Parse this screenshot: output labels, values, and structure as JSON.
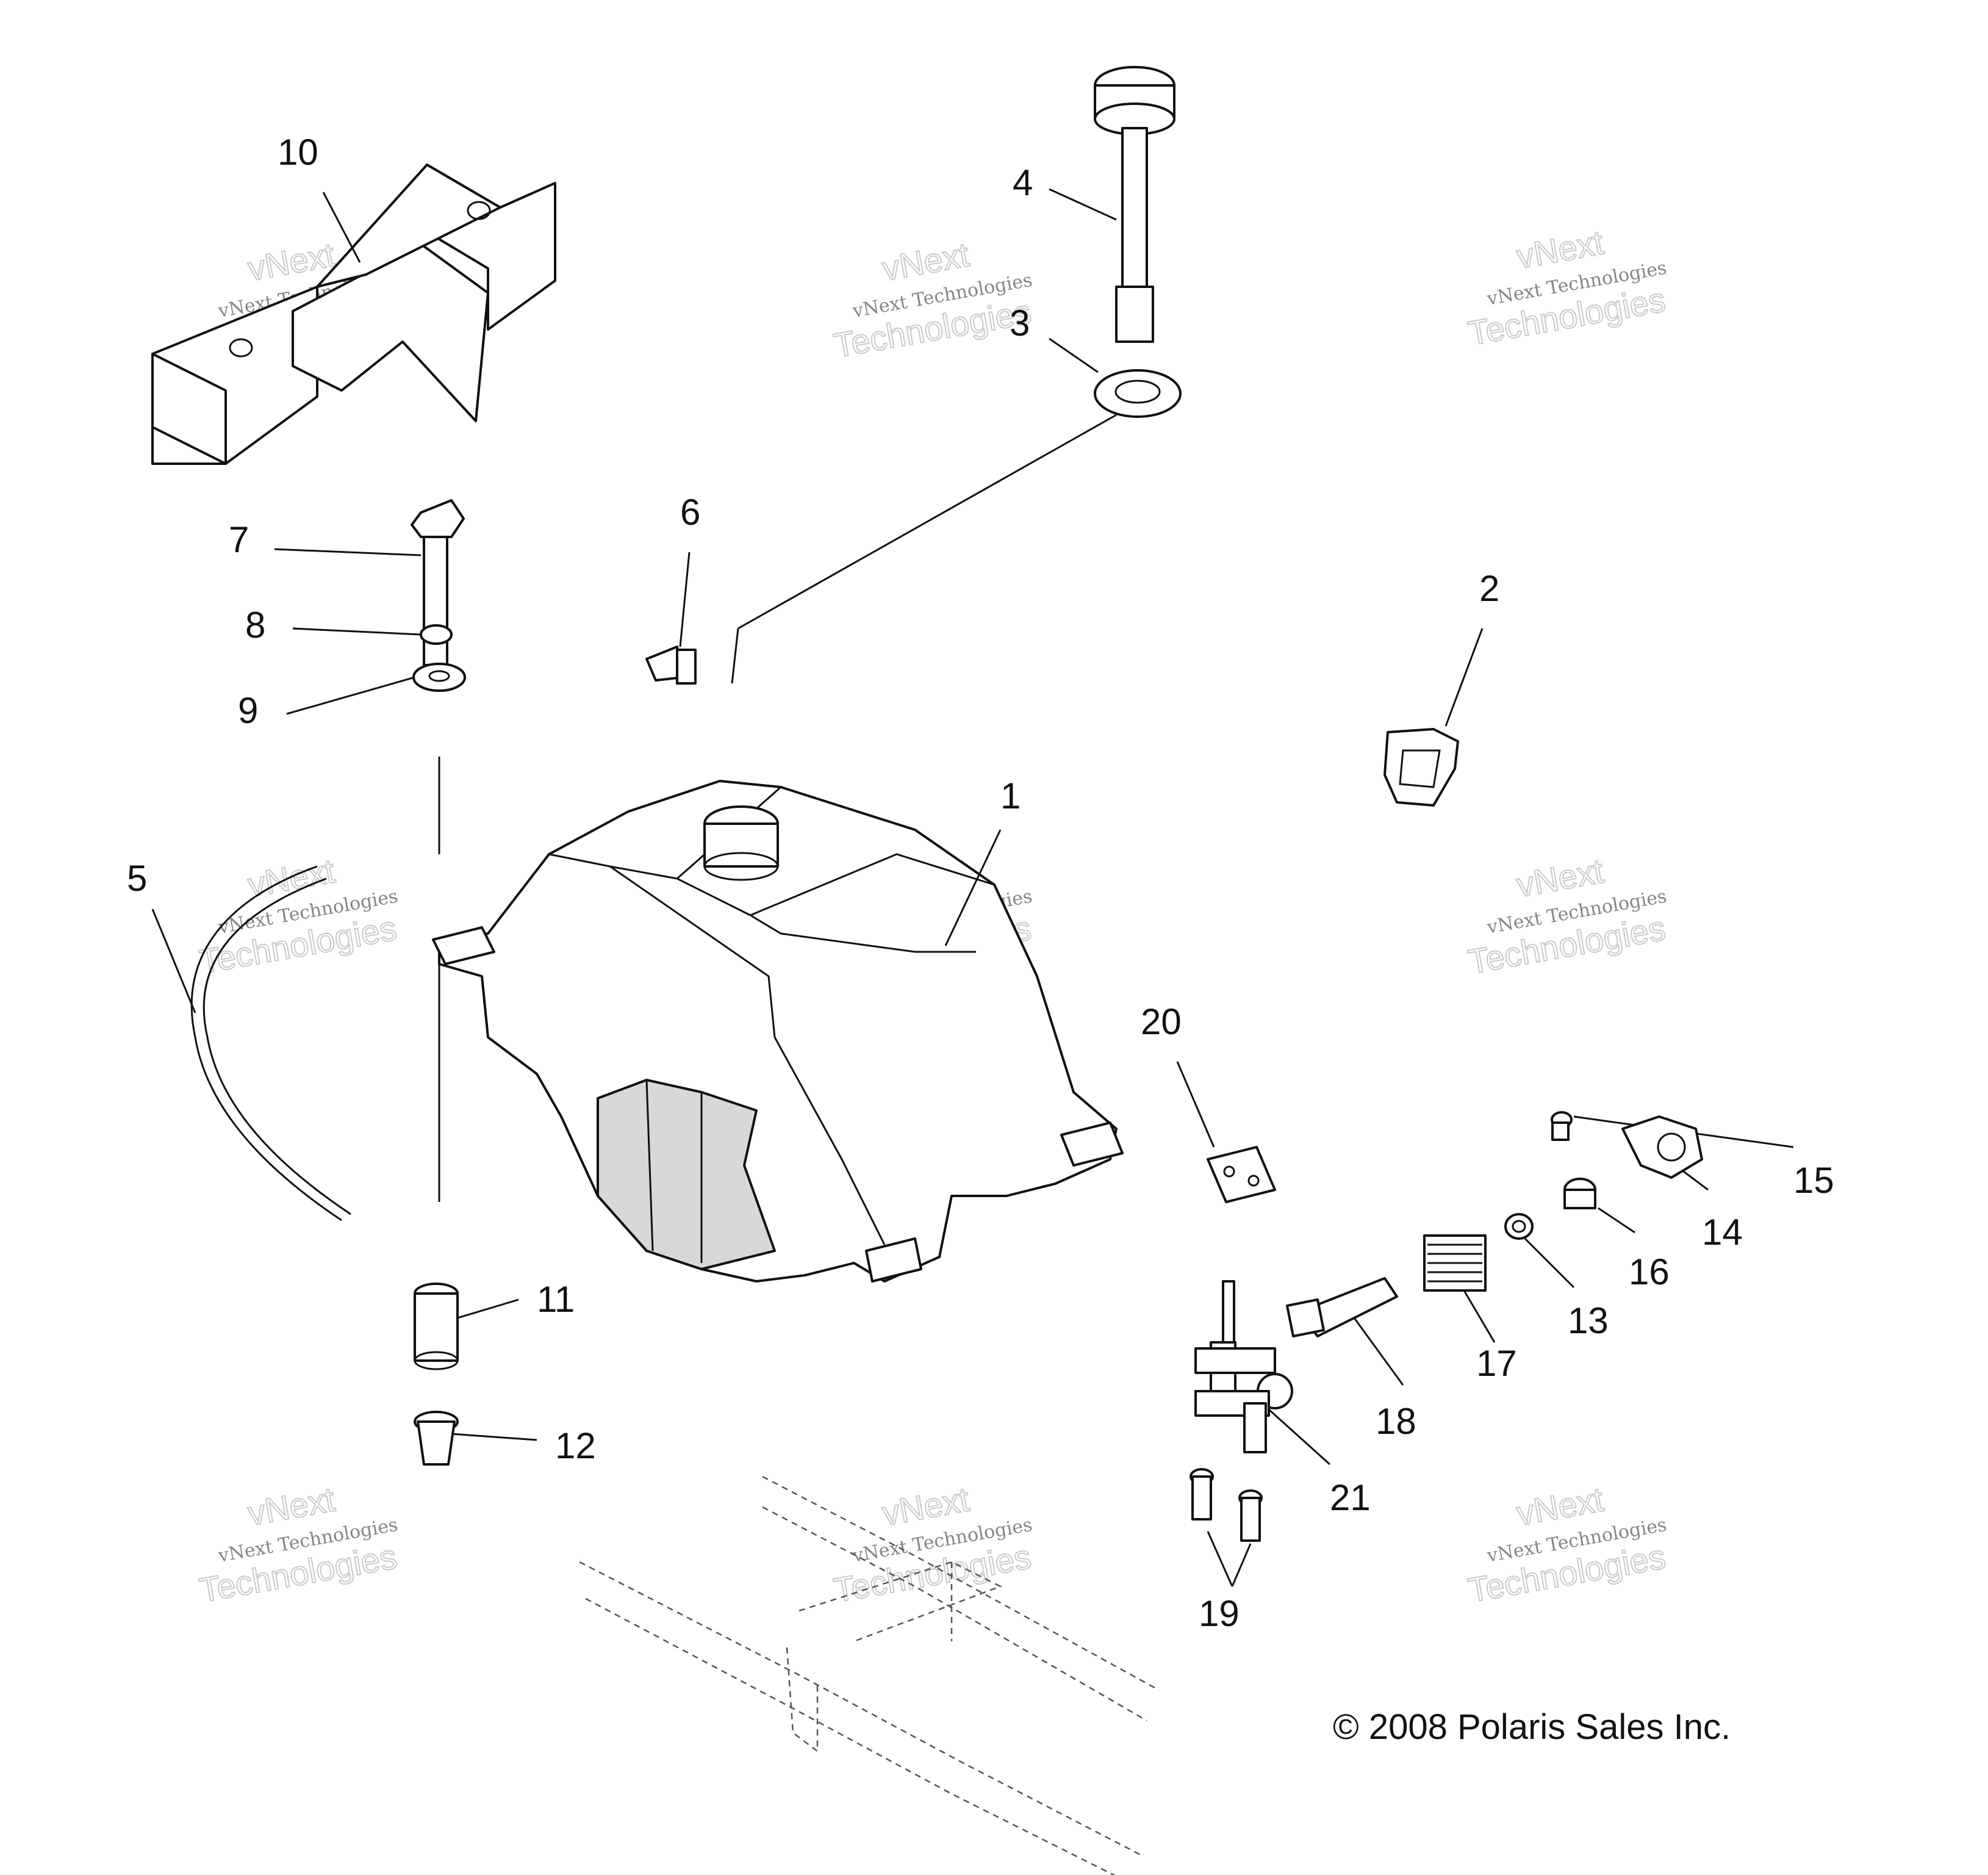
{
  "callouts": {
    "c1": "1",
    "c2": "2",
    "c3": "3",
    "c4": "4",
    "c5": "5",
    "c6": "6",
    "c7": "7",
    "c8": "8",
    "c9": "9",
    "c10": "10",
    "c11": "11",
    "c12": "12",
    "c13": "13",
    "c14": "14",
    "c15": "15",
    "c16": "16",
    "c17": "17",
    "c18": "18",
    "c19": "19",
    "c20": "20",
    "c21": "21"
  },
  "watermark": {
    "line1": "vNext Technologies",
    "line2": "vNext",
    "line3": "Technologies"
  },
  "copyright": "© 2008 Polaris Sales Inc."
}
